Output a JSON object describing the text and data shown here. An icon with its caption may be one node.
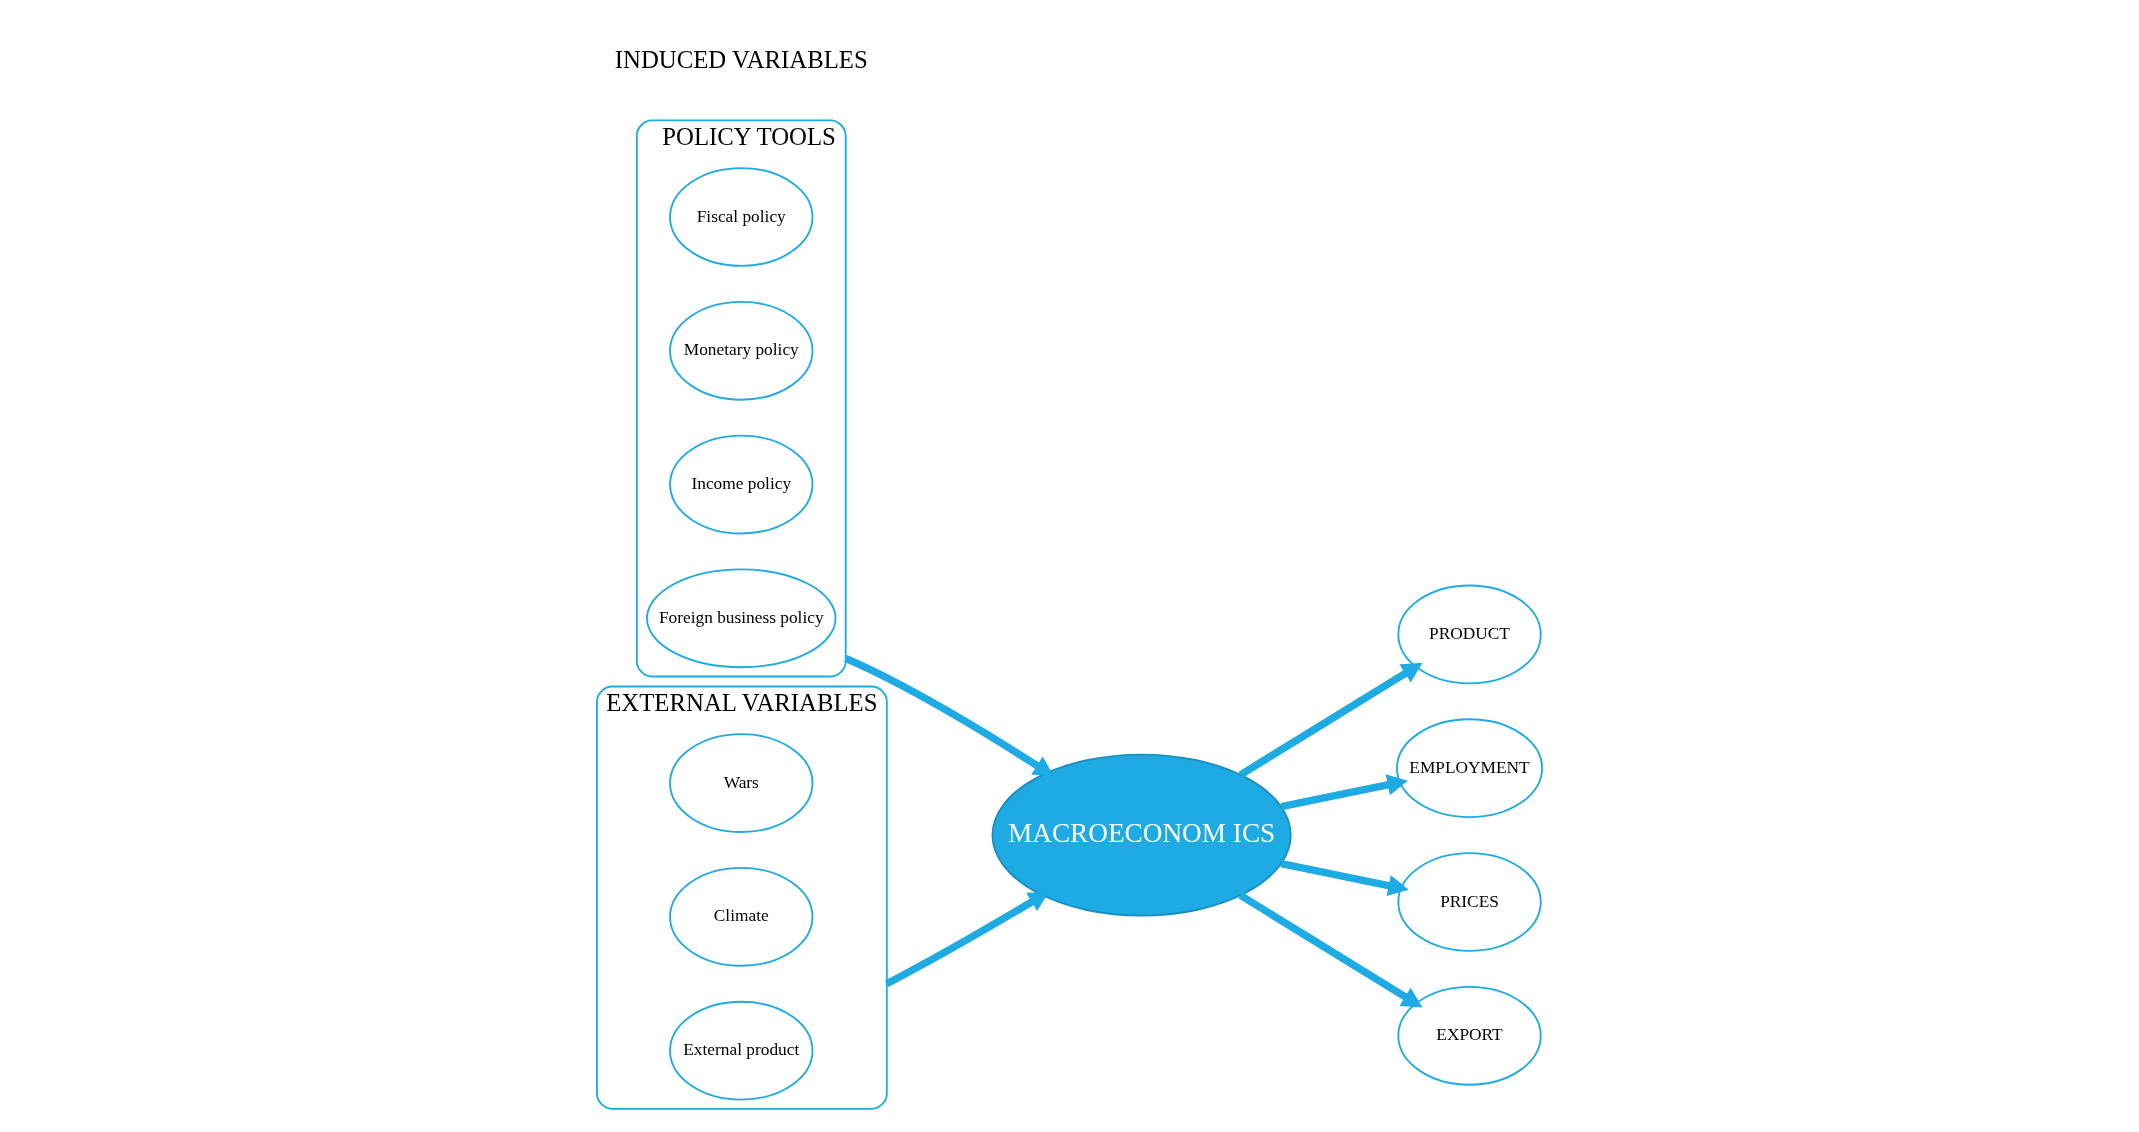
{
  "diagram": {
    "nodes": [
      {
        "text": [
          "POLICY TOOLS"
        ]
      },
      {
        "text": [
          "Fiscal policy"
        ],
        "in": 0
      },
      {
        "text": [
          "Monetary policy"
        ],
        "in": 0
      },
      {
        "text": [
          "Income policy"
        ],
        "in": 0
      },
      {
        "text": [
          "Foreign business policy"
        ],
        "in": 0
      },
      {
        "text": [
          "EXTERNAL VARIABLES"
        ]
      },
      {
        "text": [
          "Wars"
        ],
        "in": 5
      },
      {
        "text": [
          "Climate"
        ],
        "in": 5
      },
      {
        "text": [
          "External product"
        ],
        "in": 5
      },
      {
        "text": [
          "MACROECONOM ICS"
        ]
      },
      {
        "text": [
          "PRODUCT"
        ]
      },
      {
        "text": [
          "EMPLOYMENT"
        ]
      },
      {
        "text": [
          "PRICES"
        ]
      },
      {
        "text": [
          "EXPORT"
        ]
      }
    ],
    "edges": [
      {
        "from": 0,
        "to": 9,
        "arrow": "to"
      },
      {
        "from": 5,
        "to": 9,
        "arrow": "to"
      },
      {
        "from": 9,
        "to": 10,
        "arrow": "to"
      },
      {
        "from": 9,
        "to": 11,
        "arrow": "to"
      },
      {
        "from": 9,
        "to": 12,
        "arrow": "to"
      },
      {
        "from": 9,
        "to": 13,
        "arrow": "to"
      }
    ],
    "labels": [
      "INDUCED VARIABLES"
    ]
  }
}
